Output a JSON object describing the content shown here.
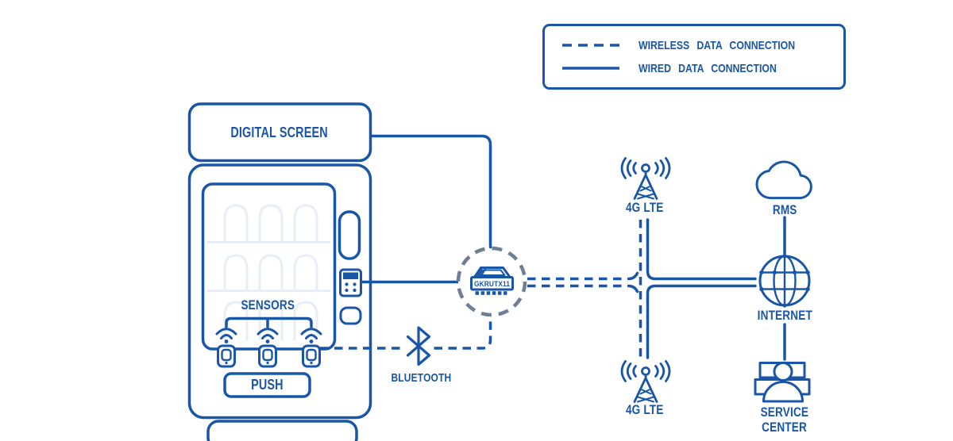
{
  "legend": {
    "items": [
      {
        "label": "WIRELESS DATA CONNECTION",
        "style": "dashed"
      },
      {
        "label": "WIRED DATA CONNECTION",
        "style": "solid"
      }
    ]
  },
  "machine": {
    "digital_screen_label": "DIGITAL SCREEN",
    "sensors_label": "SENSORS",
    "push_label": "PUSH"
  },
  "router": {
    "label": "GKRUTX11"
  },
  "bluetooth": {
    "label": "BLUETOOTH"
  },
  "network": {
    "lte_top_label": "4G LTE",
    "lte_bottom_label": "4G LTE",
    "rms_label": "RMS",
    "internet_label": "INTERNET",
    "service_center_line1": "SERVICE",
    "service_center_line2": "CENTER"
  },
  "colors": {
    "primary": "#1A56A7",
    "router_circle_gray": "#6F7E95",
    "faint_products": "#E8EEF8"
  },
  "icons": [
    "vending-machine",
    "digital-screen",
    "coin-slot",
    "keypad",
    "coin-return",
    "sensor",
    "push-button",
    "bluetooth-icon",
    "router",
    "cell-tower",
    "cloud",
    "globe",
    "service-center"
  ]
}
